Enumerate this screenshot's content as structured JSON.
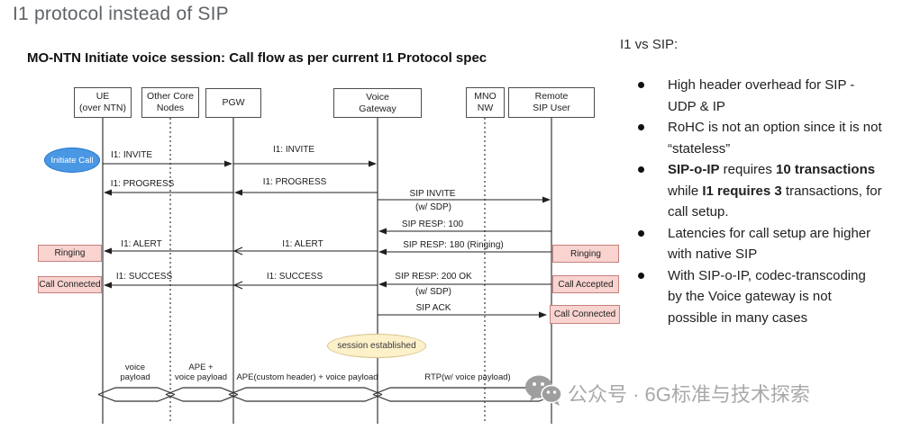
{
  "page": {
    "title": "I1 protocol instead of SIP"
  },
  "diagram": {
    "title": "MO-NTN Initiate voice session: Call flow as per current I1 Protocol spec",
    "actors": [
      {
        "id": "ue",
        "label": "UE\n(over NTN)"
      },
      {
        "id": "other-core-nodes",
        "label": "Other Core\nNodes"
      },
      {
        "id": "pgw",
        "label": "PGW"
      },
      {
        "id": "voice-gateway",
        "label": "Voice\nGateway"
      },
      {
        "id": "mno-nw",
        "label": "MNO\nNW"
      },
      {
        "id": "remote-sip-user",
        "label": "Remote\nSIP User"
      }
    ],
    "messages": [
      {
        "label": "I1: INVITE"
      },
      {
        "label": "I1: INVITE"
      },
      {
        "label": "I1: PROGRESS"
      },
      {
        "label": "I1: PROGRESS"
      },
      {
        "label": "SIP INVITE",
        "sublabel": "(w/ SDP)"
      },
      {
        "label": "SIP RESP: 100"
      },
      {
        "label": "SIP RESP: 180 (Ringing)"
      },
      {
        "label": "I1: ALERT"
      },
      {
        "label": "I1: ALERT"
      },
      {
        "label": "I1: SUCCESS"
      },
      {
        "label": "I1: SUCCESS"
      },
      {
        "label": "SIP RESP: 200 OK",
        "sublabel": "(w/ SDP)"
      },
      {
        "label": "SIP ACK"
      }
    ],
    "states": {
      "initiate_call": "Initiate Call",
      "left_ringing": "Ringing",
      "left_call_connected": "Call Connected",
      "right_ringing": "Ringing",
      "right_call_accepted": "Call Accepted",
      "right_call_connected": "Call Connected",
      "session_established": "session established"
    },
    "media_flows": [
      {
        "label": "voice\npayload"
      },
      {
        "label": "APE +\nvoice payload"
      },
      {
        "label": "APE(custom header) + voice payload"
      },
      {
        "label": "RTP(w/ voice payload)"
      }
    ],
    "colors": {
      "state_box_fill": "#f8d3cf",
      "state_box_border": "#c5817d",
      "start_ellipse_fill": "#4a97e4",
      "note_fill": "#fdf1ca",
      "note_border": "#d8c185"
    }
  },
  "sidebar": {
    "heading": "I1 vs SIP:",
    "bullets": [
      {
        "segments": [
          {
            "text": "High header overhead for SIP - UDP & IP"
          }
        ]
      },
      {
        "segments": [
          {
            "text": "RoHC is not an option since it is not “stateless”"
          }
        ]
      },
      {
        "segments": [
          {
            "text": "SIP-o-IP",
            "bold": true
          },
          {
            "text": " requires "
          },
          {
            "text": "10 transactions",
            "bold": true
          },
          {
            "text": " while "
          },
          {
            "text": "I1 requires 3",
            "bold": true
          },
          {
            "text": " transactions, for call setup."
          }
        ]
      },
      {
        "segments": [
          {
            "text": "Latencies for call setup are higher with native SIP"
          }
        ]
      },
      {
        "segments": [
          {
            "text": "With SIP-o-IP, codec-transcoding by the Voice gateway is not possible in many cases"
          }
        ]
      }
    ]
  },
  "watermark": {
    "text": "公众号 · 6G标准与技术探索",
    "icon": "wechat-icon"
  }
}
